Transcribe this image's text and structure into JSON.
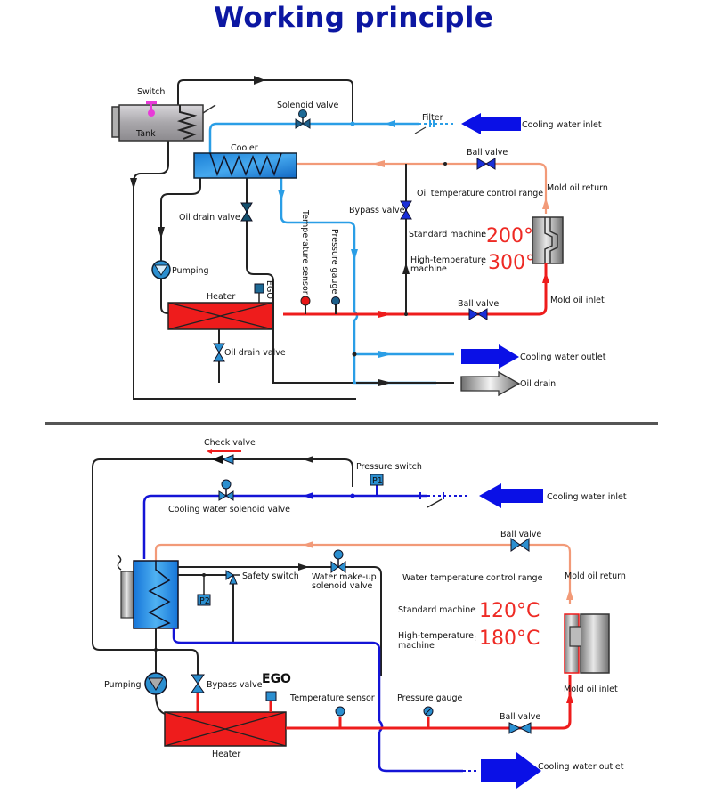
{
  "title": "Working principle",
  "colors": {
    "title": "#0c17a2",
    "oil_hot": "#ee1c1c",
    "oil_return": "#f29a78",
    "cooling_water_top": "#2a9ee6",
    "cooling_water_bottom": "#1414d6",
    "return_line": "#222222",
    "temperature_value": "#ee2a24",
    "arrow_blue": "#0a10e6",
    "valve_fill": "#2b8fd0"
  },
  "top_diagram": {
    "labels": {
      "switch": "Switch",
      "tank": "Tank",
      "solenoid_valve": "Solenoid valve",
      "filter": "Filter",
      "cooling_water_inlet": "Cooling water inlet",
      "cooler": "Cooler",
      "ball_valve_return": "Ball valve",
      "oil_temperature_control_range": "Oil temperature control range",
      "mold_oil_return": "Mold oil return",
      "bypass_valve": "Bypass valve",
      "oil_drain_valve_upper": "Oil drain valve",
      "temperature_sensor": "Temperature sensor",
      "pressure_gauge": "Pressure gauge",
      "pumping": "Pumping",
      "ego": "EGO",
      "heater": "Heater",
      "ball_valve_supply": "Ball valve",
      "mold_oil_inlet": "Mold oil inlet",
      "oil_drain_valve_lower": "Oil drain valve",
      "cooling_water_outlet": "Cooling water outlet",
      "oil_drain": "Oil drain"
    },
    "temperature_range": {
      "standard_label": "Standard machine",
      "standard_value": "200°",
      "high_label_line1": "High-temperature",
      "high_label_line2": "machine",
      "high_value": "300°"
    }
  },
  "bottom_diagram": {
    "labels": {
      "check_valve": "Check valve",
      "pressure_switch": "Pressure switch",
      "p1": "P1",
      "cooling_water_solenoid_valve": "Cooling water solenoid valve",
      "cooling_water_inlet": "Cooling water inlet",
      "ball_valve_return": "Ball valve",
      "safety_switch": "Safety switch",
      "water_makeup_line1": "Water make-up",
      "water_makeup_line2": "solenoid valve",
      "p2": "P2",
      "water_temperature_control_range": "Water temperature control range",
      "mold_oil_return": "Mold oil return",
      "pumping": "Pumping",
      "bypass_valve": "Bypass valve",
      "ego": "EGO",
      "temperature_sensor": "Temperature sensor",
      "pressure_gauge": "Pressure gauge",
      "mold_oil_inlet": "Mold oil inlet",
      "ball_valve_supply": "Ball valve",
      "heater": "Heater",
      "cooling_water_outlet": "Cooling water outlet"
    },
    "temperature_range": {
      "standard_label": "Standard machine",
      "standard_value": "120°C",
      "high_label_line1": "High-temperature",
      "high_label_line2": "machine",
      "high_value": "180°C"
    }
  }
}
